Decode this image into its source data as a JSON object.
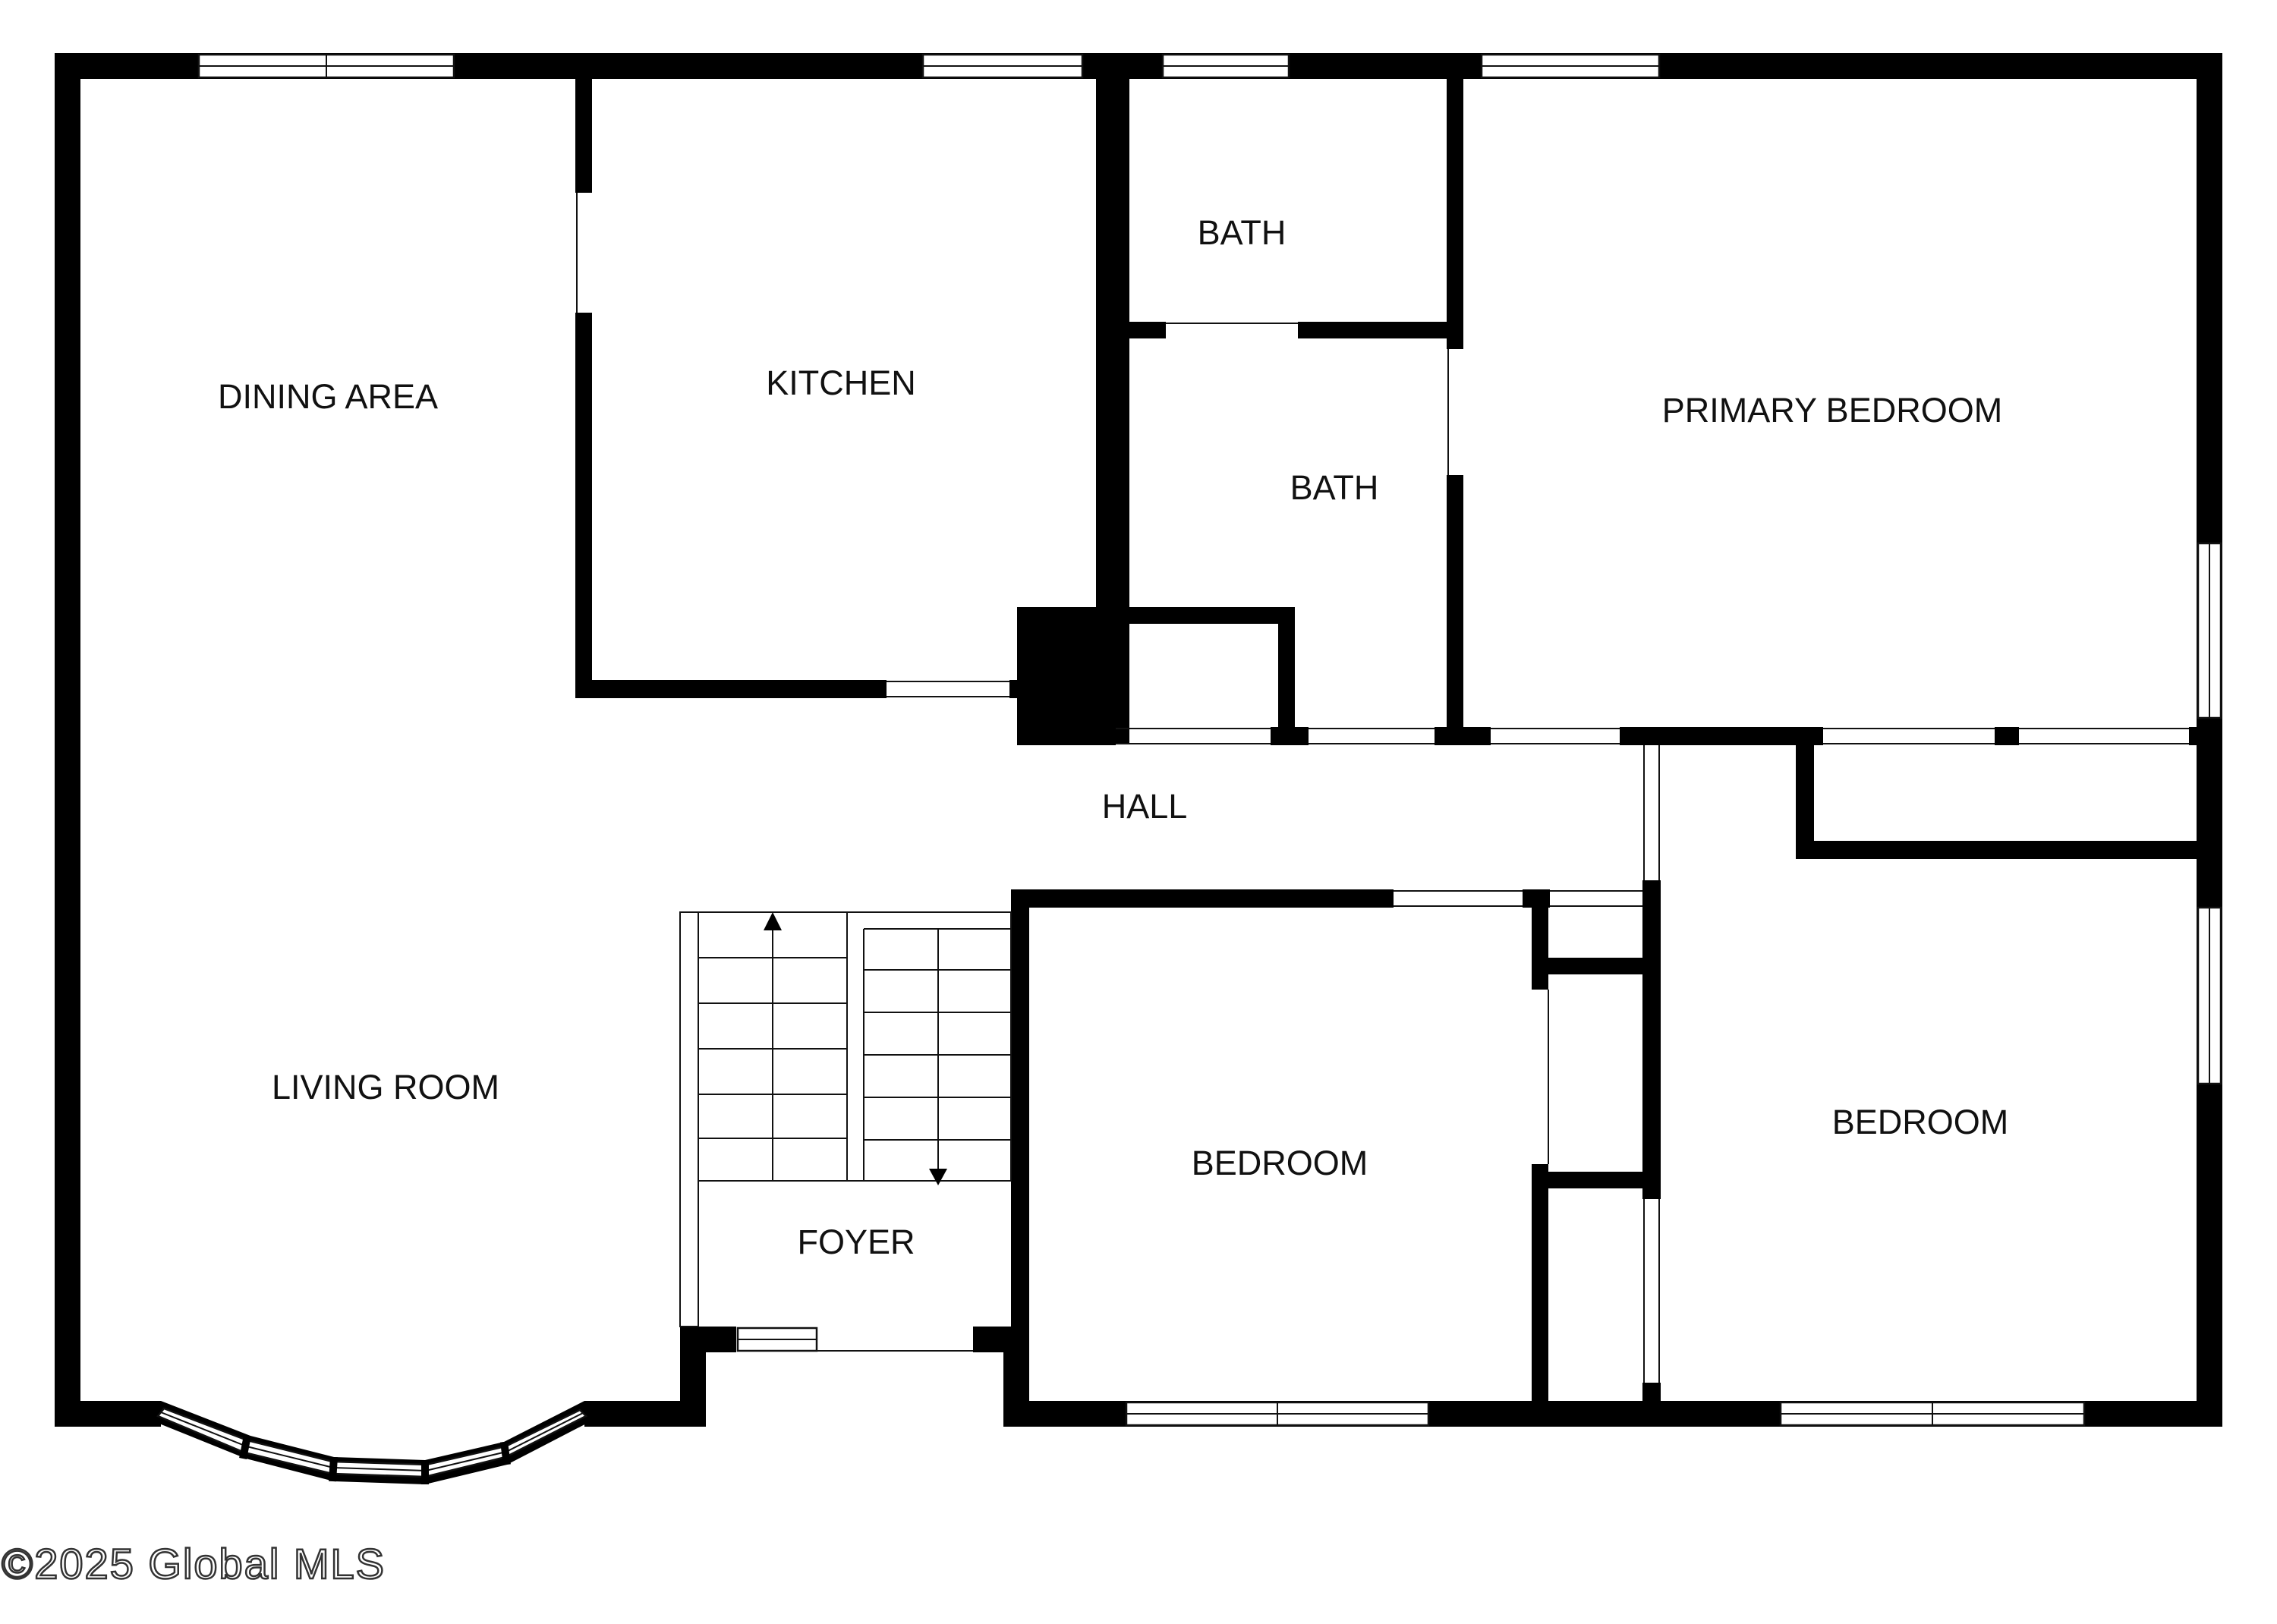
{
  "rooms": {
    "dining_area": "DINING AREA",
    "kitchen": "KITCHEN",
    "bath_upper": "BATH",
    "bath_lower": "BATH",
    "primary_bedroom": "PRIMARY BEDROOM",
    "hall": "HALL",
    "living_room": "LIVING ROOM",
    "foyer": "FOYER",
    "bedroom_center": "BEDROOM",
    "bedroom_right": "BEDROOM"
  },
  "watermark": "©2025 Global MLS",
  "colors": {
    "wall": "#000000",
    "background": "#ffffff"
  }
}
